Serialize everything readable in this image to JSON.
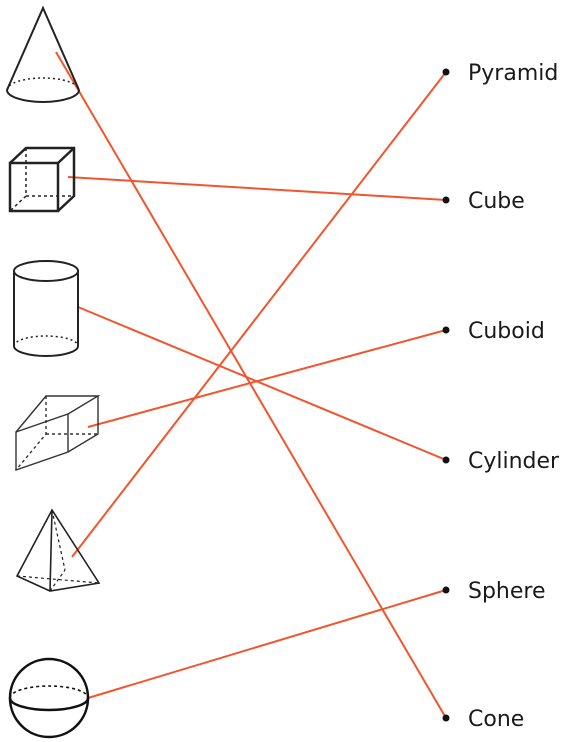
{
  "labels": {
    "pyramid": "Pyramid",
    "cube": "Cube",
    "cuboid": "Cuboid",
    "cylinder": "Cylinder",
    "sphere": "Sphere",
    "cone": "Cone"
  },
  "shapes": [
    "cone",
    "cube",
    "cylinder",
    "cuboid",
    "pyramid",
    "sphere"
  ],
  "matches": [
    {
      "shape": "cone",
      "label": "cone"
    },
    {
      "shape": "cube",
      "label": "cube"
    },
    {
      "shape": "cylinder",
      "label": "cylinder"
    },
    {
      "shape": "cuboid",
      "label": "cuboid"
    },
    {
      "shape": "pyramid",
      "label": "pyramid"
    },
    {
      "shape": "sphere",
      "label": "sphere"
    }
  ],
  "colors": {
    "line": "#f2552e",
    "outline": "#222222",
    "dot": "#111111"
  }
}
